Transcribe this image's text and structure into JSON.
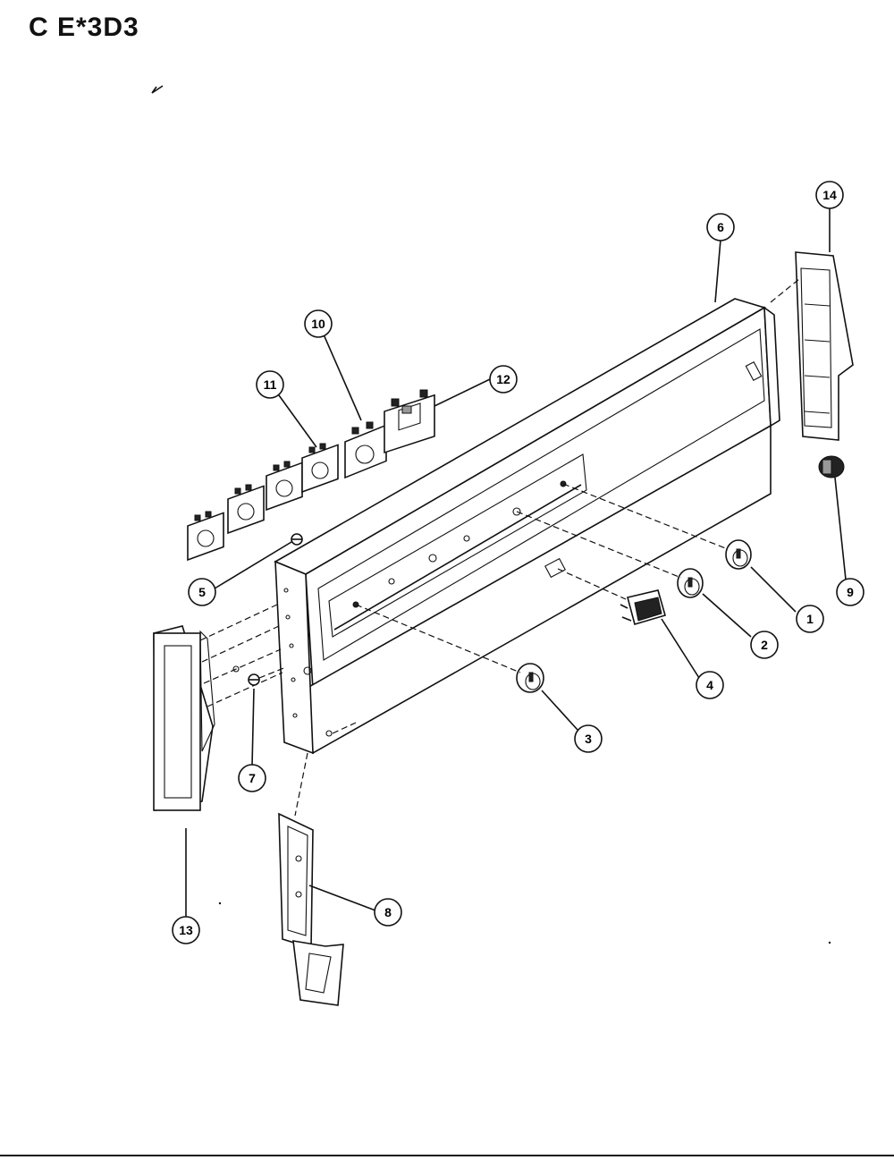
{
  "header": {
    "title": "C  E*3D3"
  },
  "callouts": [
    {
      "id": "c1",
      "label": "1"
    },
    {
      "id": "c2",
      "label": "2"
    },
    {
      "id": "c3",
      "label": "3"
    },
    {
      "id": "c4",
      "label": "4"
    },
    {
      "id": "c5",
      "label": "5"
    },
    {
      "id": "c6",
      "label": "6"
    },
    {
      "id": "c7",
      "label": "7"
    },
    {
      "id": "c8",
      "label": "8"
    },
    {
      "id": "c9",
      "label": "9"
    },
    {
      "id": "c10",
      "label": "10"
    },
    {
      "id": "c11",
      "label": "11"
    },
    {
      "id": "c12",
      "label": "12"
    },
    {
      "id": "c13",
      "label": "13"
    },
    {
      "id": "c14",
      "label": "14"
    }
  ]
}
